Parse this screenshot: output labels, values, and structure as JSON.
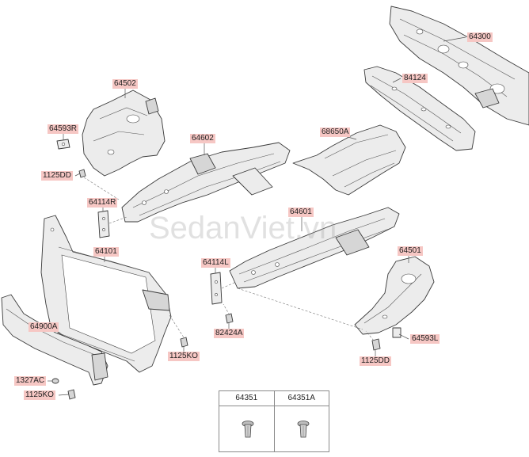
{
  "watermark": "SedanViet.vn",
  "callouts": {
    "c64300": "64300",
    "c84124": "84124",
    "c68650A": "68650A",
    "c64502": "64502",
    "c64593R": "64593R",
    "c1125DD_top": "1125DD",
    "c64602": "64602",
    "c64114R": "64114R",
    "c64601": "64601",
    "c64101": "64101",
    "c64114L": "64114L",
    "c64501": "64501",
    "c64900A": "64900A",
    "c82424A": "82424A",
    "c64593L": "64593L",
    "c1125KO_mid": "1125KO",
    "c1125DD_bot": "1125DD",
    "c1327AC": "1327AC",
    "c1125KO_bot": "1125KO"
  },
  "legend": {
    "left_label": "64351",
    "right_label": "64351A"
  },
  "colors": {
    "callout_bg": "#f6c7c4",
    "line": "#3a3a3a",
    "part_fill": "#ececec"
  }
}
